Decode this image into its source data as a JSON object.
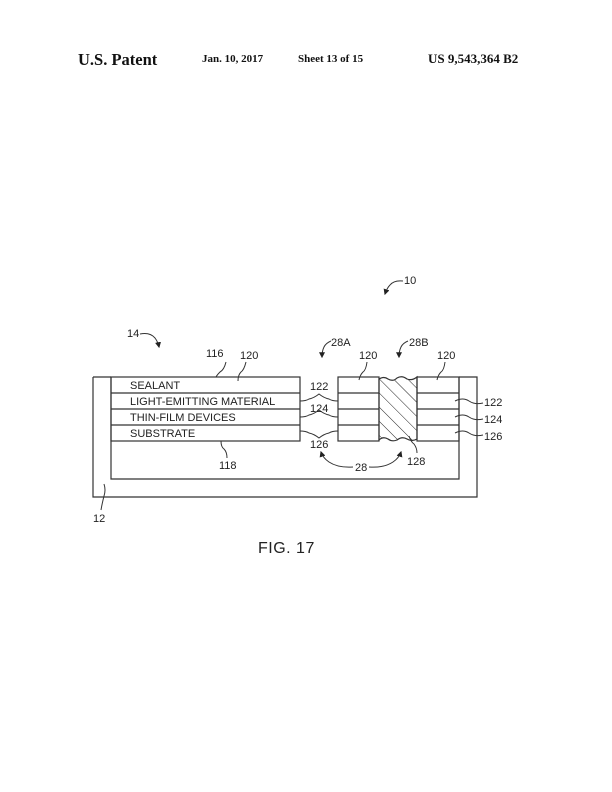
{
  "header": {
    "title": "U.S. Patent",
    "date": "Jan. 10, 2017",
    "sheet": "Sheet 13 of 15",
    "patent_number": "US 9,543,364 B2"
  },
  "figure": {
    "caption": "FIG. 17",
    "layers": [
      {
        "label": "SEALANT"
      },
      {
        "label": "LIGHT-EMITTING MATERIAL"
      },
      {
        "label": "THIN-FILM DEVICES"
      },
      {
        "label": "SUBSTRATE"
      }
    ],
    "reference_numerals": {
      "device": "10",
      "housing": "12",
      "display": "14",
      "edge_116": "116",
      "edge_118": "118",
      "layer_120_a": "120",
      "layer_120_b": "120",
      "layer_120_c": "120",
      "brace_122": "122",
      "brace_124": "124",
      "brace_126": "126",
      "right_122": "122",
      "right_124": "124",
      "right_126": "126",
      "cut_28A": "28A",
      "cut_28B": "28B",
      "cut_28": "28",
      "fill_128": "128"
    }
  }
}
